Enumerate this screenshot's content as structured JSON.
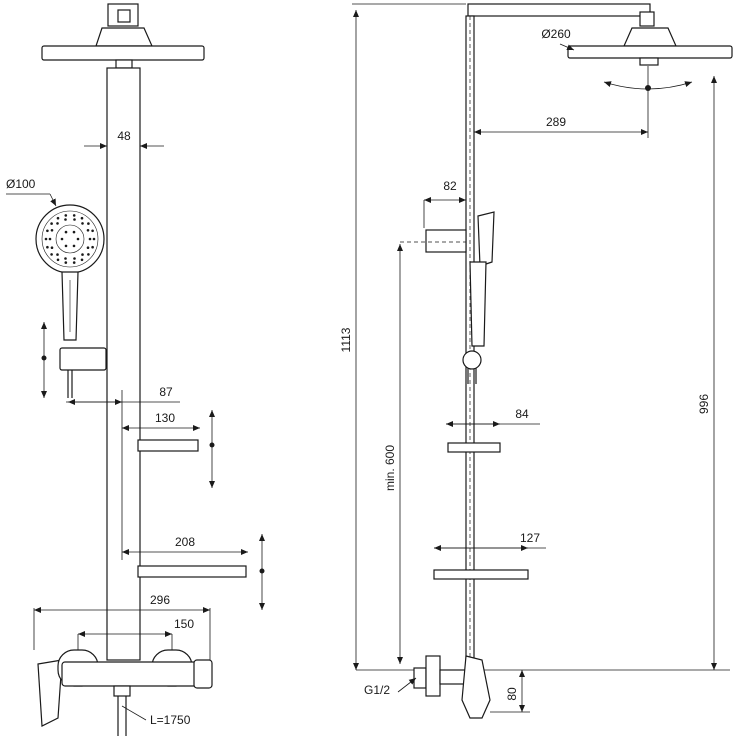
{
  "front_view": {
    "dimensions": {
      "column_width": "48",
      "hand_shower_diameter": "Ø100",
      "holder_offset": "87",
      "small_shelf_width": "130",
      "large_shelf_width": "208",
      "mixer_width": "296",
      "mixer_centers": "150",
      "hose_length": "L=1750"
    }
  },
  "side_view": {
    "dimensions": {
      "head_diameter": "Ø260",
      "arm_projection": "289",
      "wall_bracket": "82",
      "total_height": "1113",
      "min_height": "min. 600",
      "head_height": "996",
      "small_shelf_depth": "84",
      "large_shelf_depth": "127",
      "thread": "G1/2",
      "inlet_height": "80"
    }
  }
}
